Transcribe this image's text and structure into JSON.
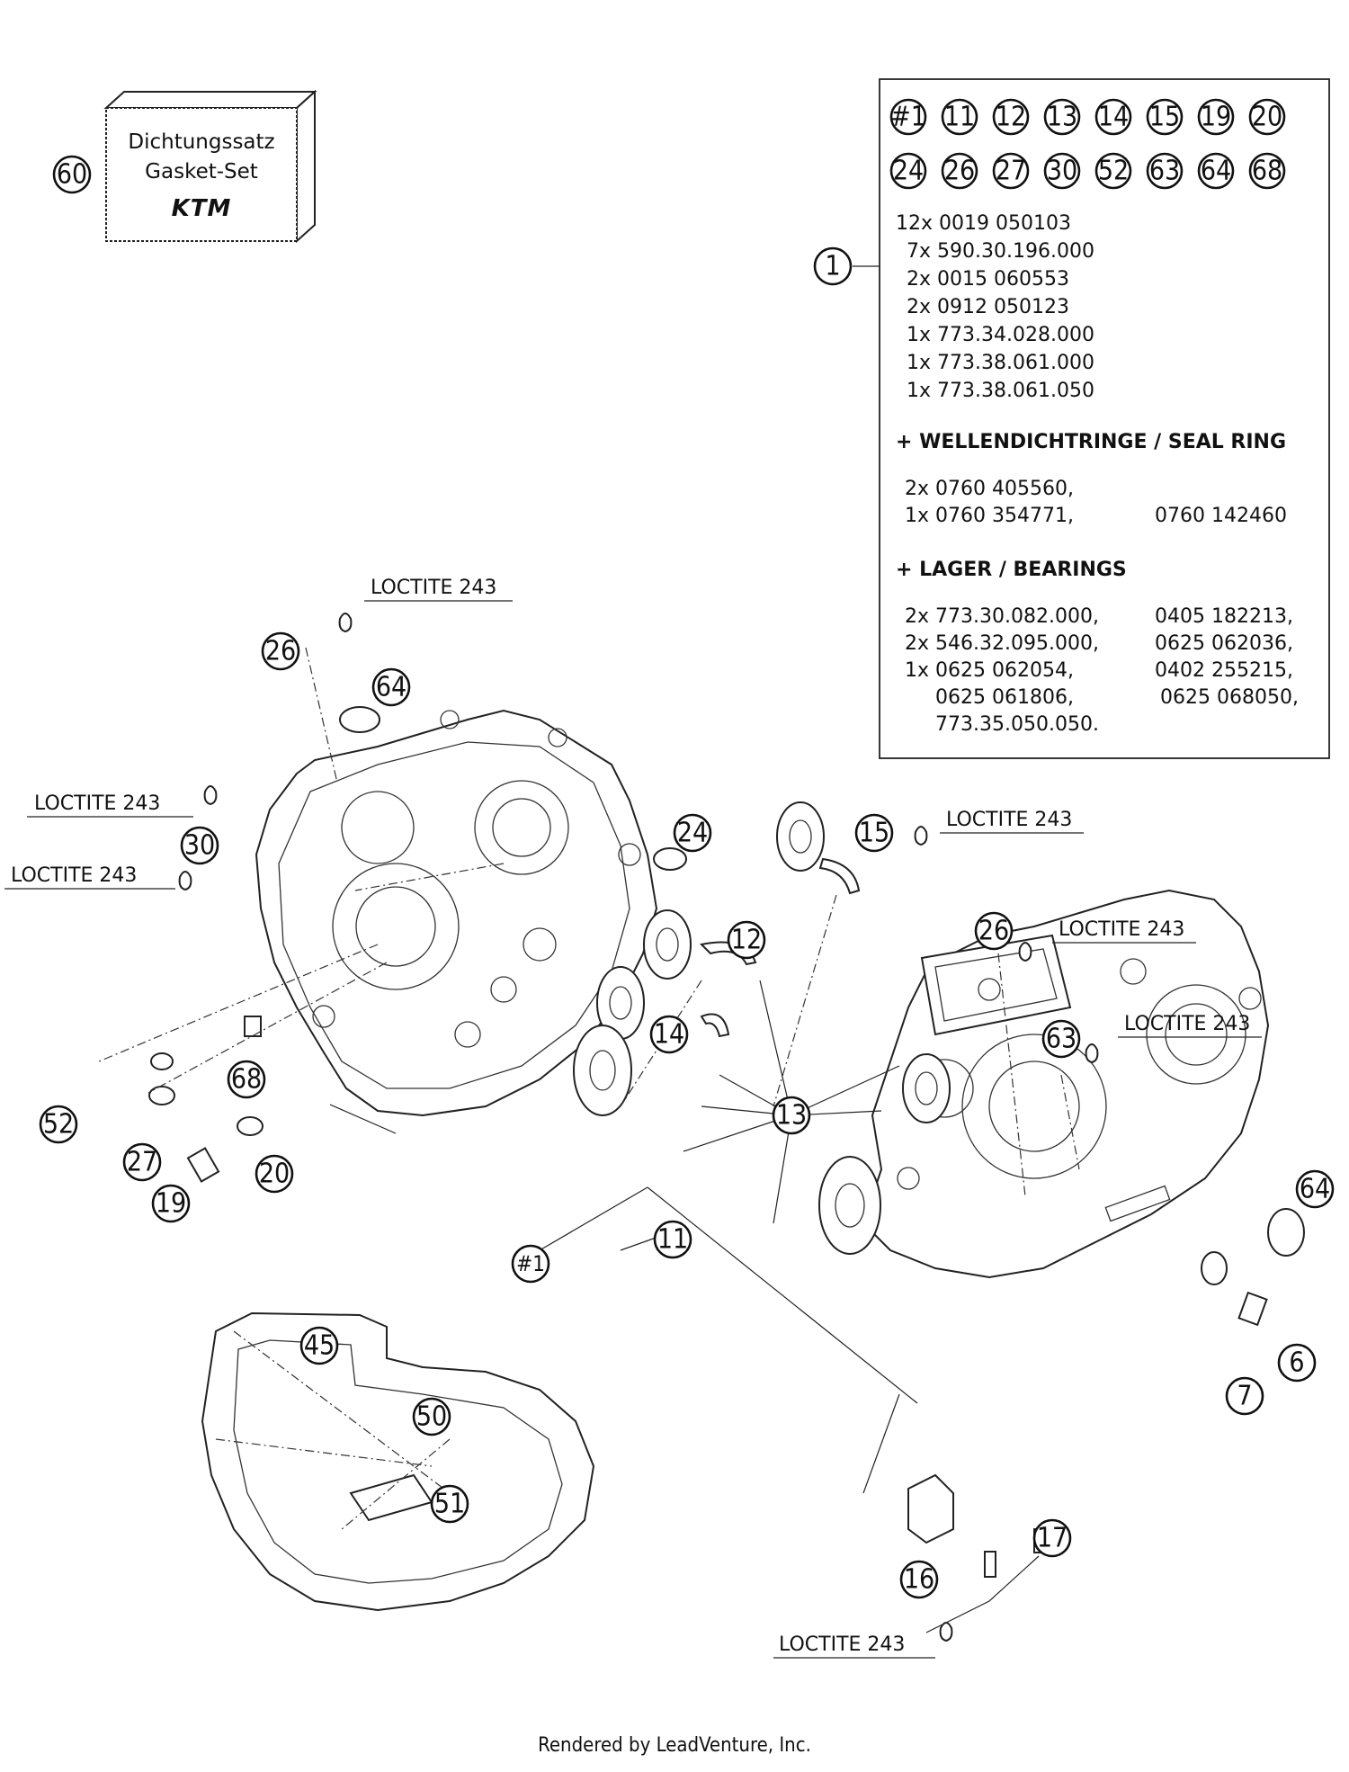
{
  "gasket_set": {
    "callout": "60",
    "line1": "Dichtungssatz",
    "line2": "Gasket-Set",
    "brand": "KTM"
  },
  "kit": {
    "callout": "1",
    "members_row1": [
      "#1",
      "11",
      "12",
      "13",
      "14",
      "15",
      "19",
      "20"
    ],
    "members_row2": [
      "24",
      "26",
      "27",
      "30",
      "52",
      "63",
      "64",
      "68"
    ],
    "parts": [
      "12x 0019 050103",
      "7x 590.30.196.000",
      "2x 0015 060553",
      "2x 0912 050123",
      "1x 773.34.028.000",
      "1x 773.38.061.000",
      "1x 773.38.061.050"
    ],
    "seal_heading": "+ WELLENDICHTRINGE /  SEAL RING",
    "seal_rows": [
      [
        "2x 0760 405560,",
        ""
      ],
      [
        "1x 0760 354771,",
        "0760 142460"
      ]
    ],
    "bearing_heading": "+ LAGER / BEARINGS",
    "bearing_rows": [
      [
        "2x 773.30.082.000,",
        "0405 182213,"
      ],
      [
        "2x 546.32.095.000,",
        "0625 062036,"
      ],
      [
        "1x 0625 062054,",
        "0402 255215,"
      ],
      [
        "0625 061806,",
        "0625 068050,"
      ],
      [
        "773.35.050.050.",
        ""
      ]
    ]
  },
  "loctite_label": "LOCTITE 243",
  "callouts": {
    "c26a": "26",
    "c64a": "64",
    "c30": "30",
    "c24": "24",
    "c15": "15",
    "c12": "12",
    "c14": "14",
    "c13": "13",
    "c52": "52",
    "c27": "27",
    "c68": "68",
    "c20": "20",
    "c19": "19",
    "c11": "11",
    "c1h": "#1",
    "c26b": "26",
    "c63": "63",
    "c64b": "64",
    "c6": "6",
    "c7": "7",
    "c45": "45",
    "c50": "50",
    "c51": "51",
    "c16": "16",
    "c17": "17"
  },
  "footer": "Rendered by LeadVenture, Inc."
}
